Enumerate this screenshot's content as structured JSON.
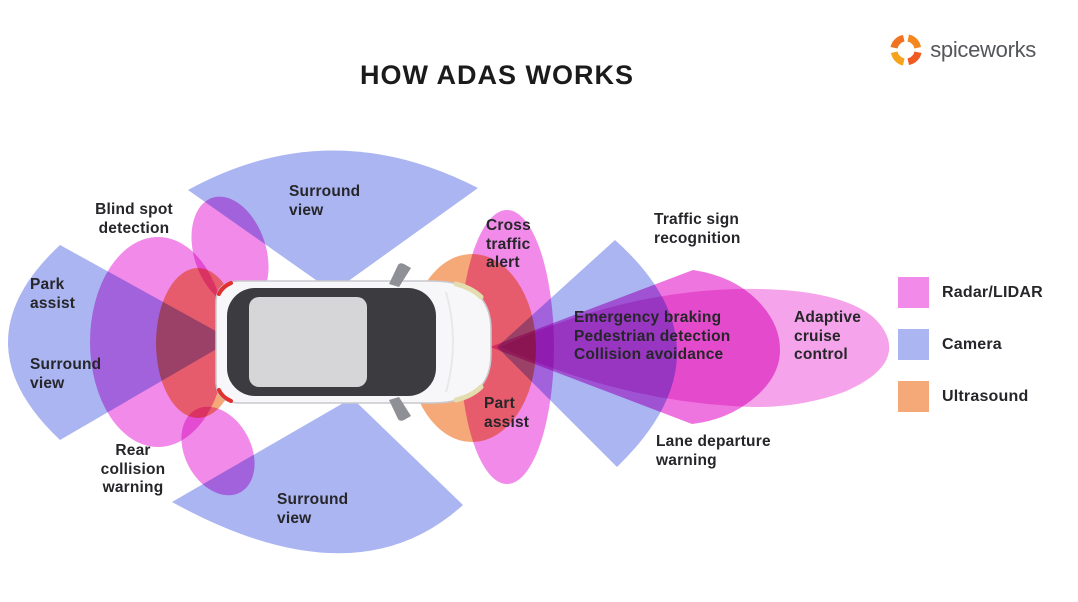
{
  "title": "HOW ADAS WORKS",
  "logo": {
    "text": "spiceworks"
  },
  "labels": {
    "surround_top": "Surround\nview",
    "blind_spot": "Blind spot\ndetection",
    "park_assist": "Park\nassist",
    "surround_left": "Surround\nview",
    "rear_collision": "Rear\ncollision\nwarning",
    "surround_bottom": "Surround\nview",
    "cross_traffic": "Cross\ntraffic\nalert",
    "part_assist": "Part\nassist",
    "traffic_sign": "Traffic sign\nrecognition",
    "emergency": "Emergency braking\nPedestrian detection\nCollision avoidance",
    "adaptive_cruise": "Adaptive\ncruise\ncontrol",
    "lane_departure": "Lane departure\nwarning"
  },
  "legend": {
    "items": [
      {
        "label": "Radar/LIDAR",
        "color": "#f18ae8"
      },
      {
        "label": "Camera",
        "color": "#aab5f1"
      },
      {
        "label": "Ultrasound",
        "color": "#f5a978"
      }
    ]
  },
  "colors": {
    "camera_blue": "#aab5f1",
    "radar_pink": "#f18ae8",
    "radar_magenta": "#ee74df",
    "acc_pink": "#f5a3ea",
    "ultrasound_orange": "#f5a978",
    "title_text": "#1b1b1b",
    "label_text": "#26262a",
    "logo_orange": "#f58220",
    "logo_text_gray": "#55565a"
  }
}
